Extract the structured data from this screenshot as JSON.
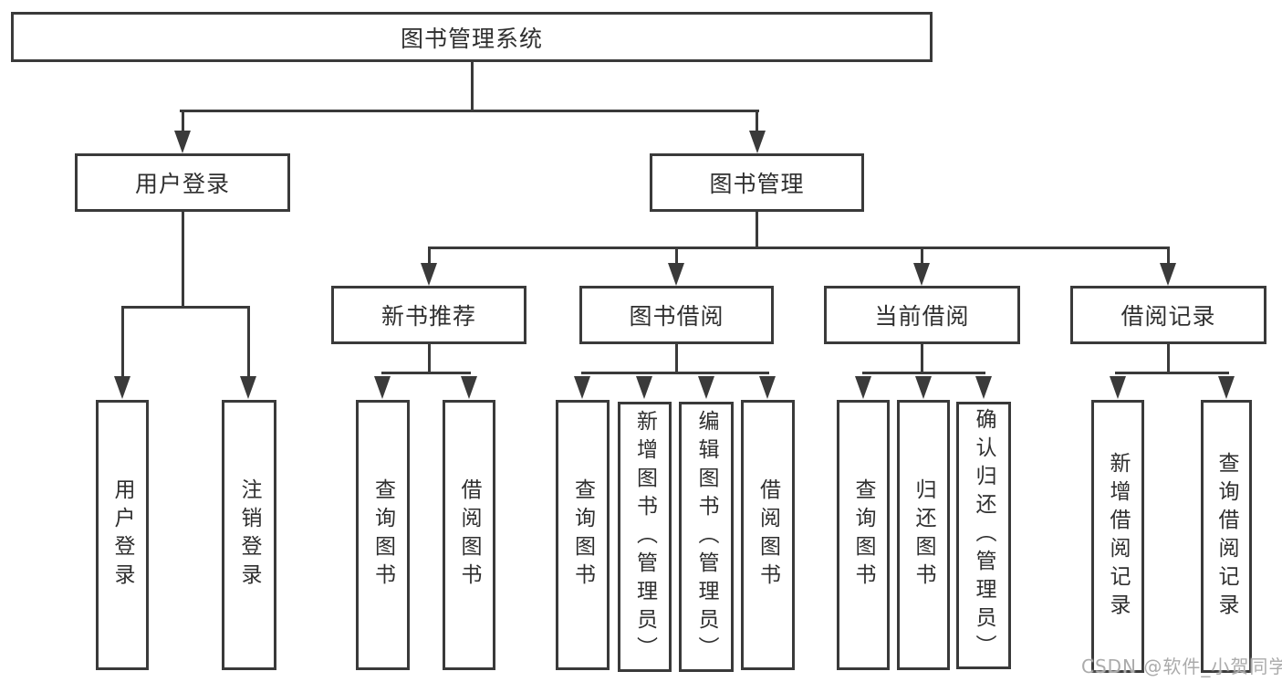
{
  "diagram": {
    "root": {
      "label": "图书管理系统"
    },
    "level2": {
      "user_login": {
        "label": "用户登录"
      },
      "book_management": {
        "label": "图书管理"
      }
    },
    "level3": {
      "new_book_recommend": {
        "label": "新书推荐"
      },
      "book_borrow": {
        "label": "图书借阅"
      },
      "current_borrow": {
        "label": "当前借阅"
      },
      "borrow_record": {
        "label": "借阅记录"
      }
    },
    "leaves": {
      "login_user_login": {
        "label": "用户登录"
      },
      "login_logout": {
        "label": "注销登录"
      },
      "recommend_query_book": {
        "label": "查询图书"
      },
      "recommend_borrow_book": {
        "label": "借阅图书"
      },
      "borrow_query_book": {
        "label": "查询图书"
      },
      "borrow_add_book_admin": {
        "label": "新增图书（管理员）"
      },
      "borrow_edit_book_admin": {
        "label": "编辑图书（管理员）"
      },
      "borrow_borrow_book": {
        "label": "借阅图书"
      },
      "current_query_book": {
        "label": "查询图书"
      },
      "current_return_book": {
        "label": "归还图书"
      },
      "current_confirm_return_admin": {
        "label": "确认归还（管理员）"
      },
      "record_add_borrow_record": {
        "label": "新增借阅记录"
      },
      "record_query_borrow_record": {
        "label": "查询借阅记录"
      }
    }
  },
  "watermark": {
    "text": "CSDN @软件_小贺同学",
    "color": "#ababab"
  },
  "colors": {
    "line": "#3a3a3a",
    "box_border": "#3a3a3a",
    "text": "#2f2f2f",
    "background": "#ffffff"
  }
}
